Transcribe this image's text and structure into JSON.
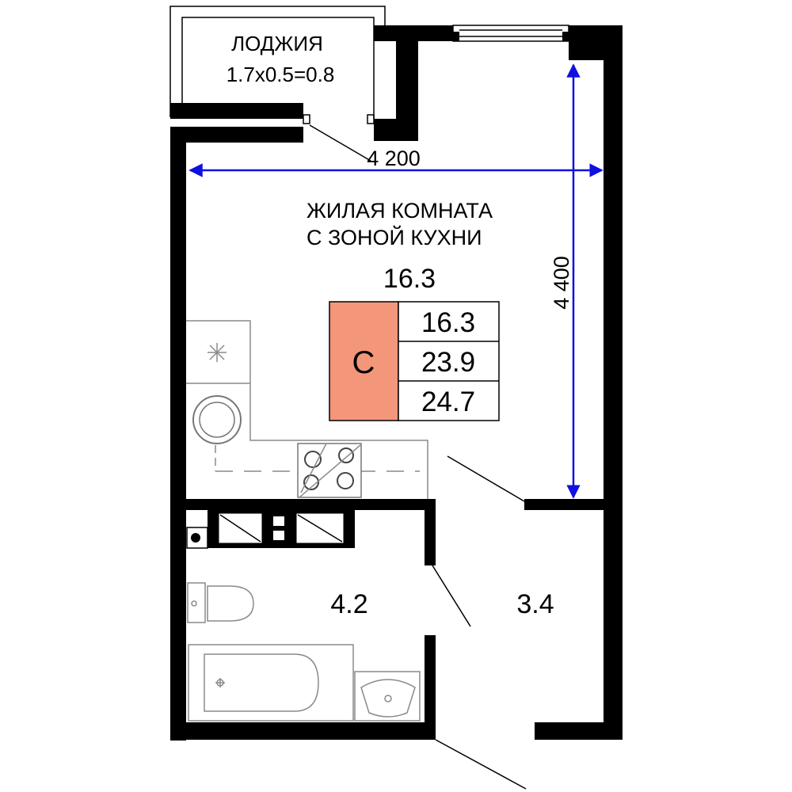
{
  "loggia": {
    "name": "ЛОДЖИЯ",
    "formula": "1.7x0.5=0.8"
  },
  "living_room": {
    "name_line1": "ЖИЛАЯ КОМНАТА",
    "name_line2": "С ЗОНОЙ КУХНИ",
    "area": "16.3"
  },
  "bathroom": {
    "area": "4.2"
  },
  "hallway": {
    "area": "3.4"
  },
  "dimensions": {
    "width": "4 200",
    "height": "4 400"
  },
  "summary_table": {
    "letter": "С",
    "living_area": "16.3",
    "total_area": "23.9",
    "total_with_loggia": "24.7",
    "letter_bg": "#f4967a"
  },
  "colors": {
    "dimension_line": "#1010e0",
    "wall": "#000000"
  },
  "icons": [
    "stove-icon",
    "sink-icon",
    "toilet-icon",
    "bathtub-icon",
    "washbasin-icon",
    "boiler-icon"
  ]
}
